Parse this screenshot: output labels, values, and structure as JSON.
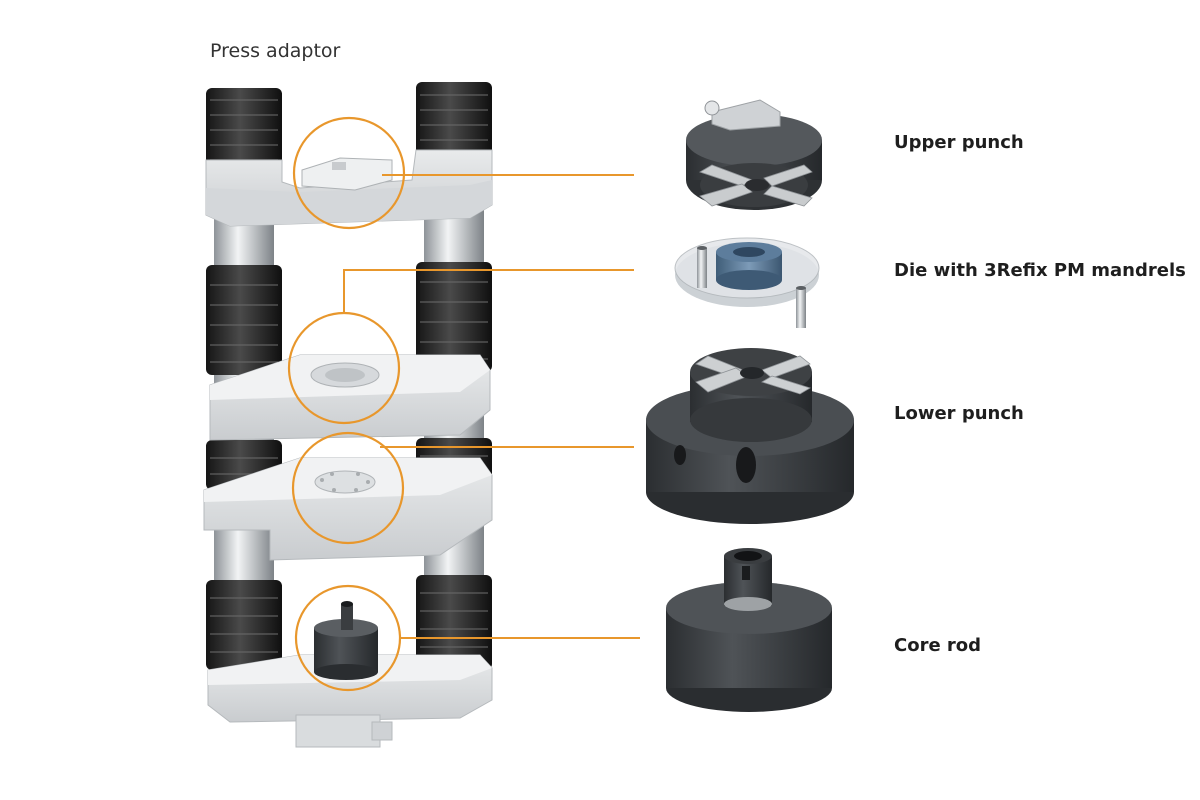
{
  "diagram": {
    "title": "Press adaptor",
    "callout_color": "#e8972c",
    "components": [
      {
        "id": "upper",
        "label": "Upper punch"
      },
      {
        "id": "die",
        "label": "Die with 3Refix PM mandrels"
      },
      {
        "id": "lower",
        "label": "Lower punch"
      },
      {
        "id": "core",
        "label": "Core rod"
      }
    ]
  }
}
